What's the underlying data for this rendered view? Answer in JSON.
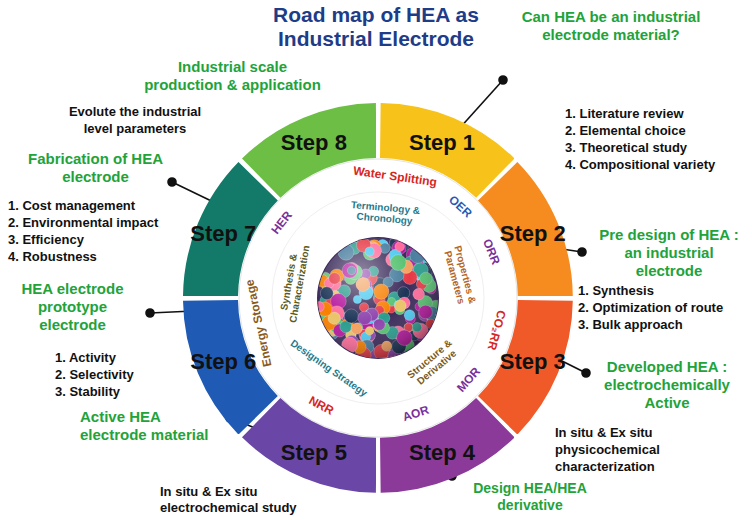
{
  "diagram": {
    "title": "Road map of HEA as Industrial Electrode",
    "nodes": [
      {
        "text": [
          "Step 1"
        ]
      },
      {
        "text": [
          "Step 2"
        ]
      },
      {
        "text": [
          "Step 3"
        ]
      },
      {
        "text": [
          "Step 4"
        ]
      },
      {
        "text": [
          "Step 5"
        ]
      },
      {
        "text": [
          "Step 6"
        ]
      },
      {
        "text": [
          "Step 7"
        ]
      },
      {
        "text": [
          "Step 8"
        ]
      }
    ],
    "labels": [
      "Can HEA be an industrial electrode material?",
      "1. Literature review",
      "2. Elemental choice",
      "3. Theoretical study",
      "4. Compositional variety",
      "Pre design of HEA : an industrial electrode",
      "1. Synthesis",
      "2. Optimization of route",
      "3. Bulk approach",
      "Developed HEA : electrochemically Active",
      "In situ & Ex situ physicochemical characterization",
      "Design HEA/HEA derivative",
      "In situ & Ex situ electrochemical study",
      "Active HEA electrode material",
      "1. Activity",
      "2. Selectivity",
      "3. Stability",
      "HEA electrode prototype electrode",
      "1. Cost management",
      "2. Environmental impact",
      "3. Efficiency",
      "4. Robustness",
      "Fabrication of HEA electrode",
      "Evolute the industrial level parameters",
      "Industrial scale production & application",
      "Water Splitting",
      "OER",
      "ORR",
      "CO₂RR",
      "MOR",
      "AOR",
      "NRR",
      "Energy Storage",
      "HER",
      "Terminology & Chronology",
      "Properties & Parameters",
      "Structure & Derivative",
      "Designing Strategy",
      "Synthesis & Characterization"
    ]
  }
}
